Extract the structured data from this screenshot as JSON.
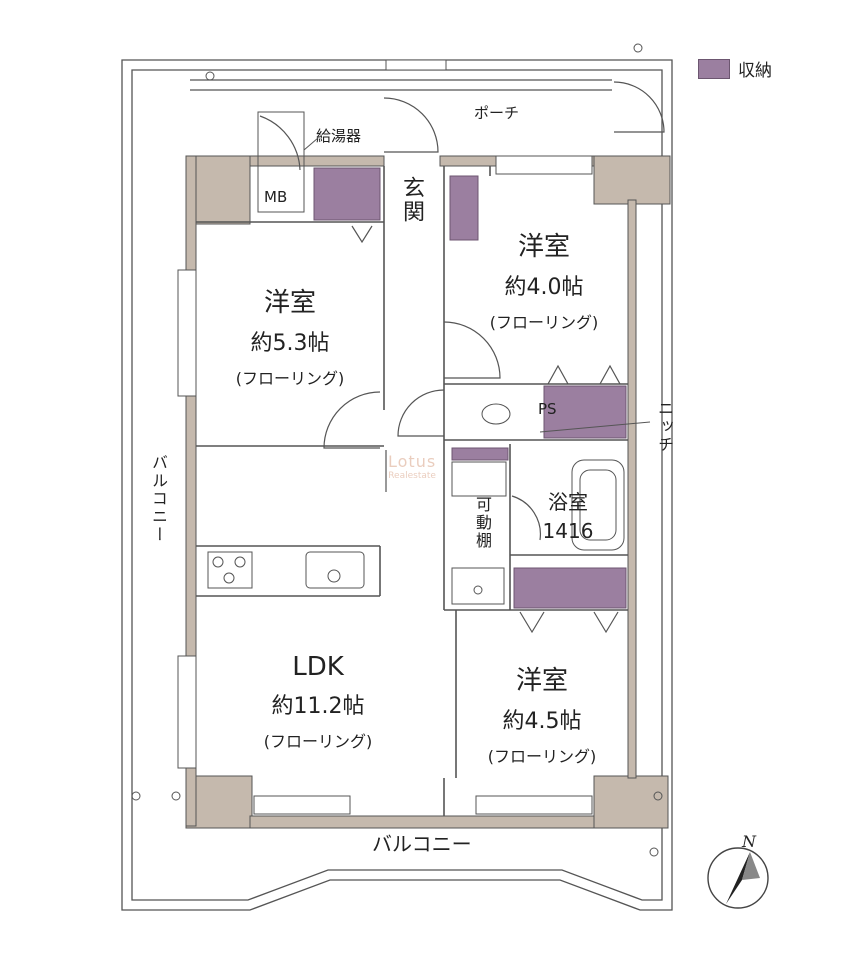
{
  "legend": {
    "label": "収納",
    "color": "#9b7fa0"
  },
  "labels": {
    "porch": "ポーチ",
    "water_heater": "給湯器",
    "mb": "MB",
    "entrance": "玄関",
    "ps": "PS",
    "niche": "ニッチ",
    "movable_shelf": "可動棚",
    "balcony_bottom": "バルコニー",
    "balcony_left": "バルコニー"
  },
  "rooms": {
    "western_a": {
      "name": "洋室",
      "size": "約5.3帖",
      "floor": "(フローリング)"
    },
    "western_b": {
      "name": "洋室",
      "size": "約4.0帖",
      "floor": "(フローリング)"
    },
    "bath": {
      "name": "浴室",
      "size": "1416"
    },
    "ldk": {
      "name": "LDK",
      "size": "約11.2帖",
      "floor": "(フローリング)"
    },
    "western_c": {
      "name": "洋室",
      "size": "約4.5帖",
      "floor": "(フローリング)"
    }
  },
  "watermark": {
    "main": "Lotus",
    "sub": "Realestate"
  },
  "compass": {
    "label": "N"
  },
  "colors": {
    "wall": "#c5b9ad",
    "storage": "#9b7fa0",
    "line": "#444444"
  }
}
